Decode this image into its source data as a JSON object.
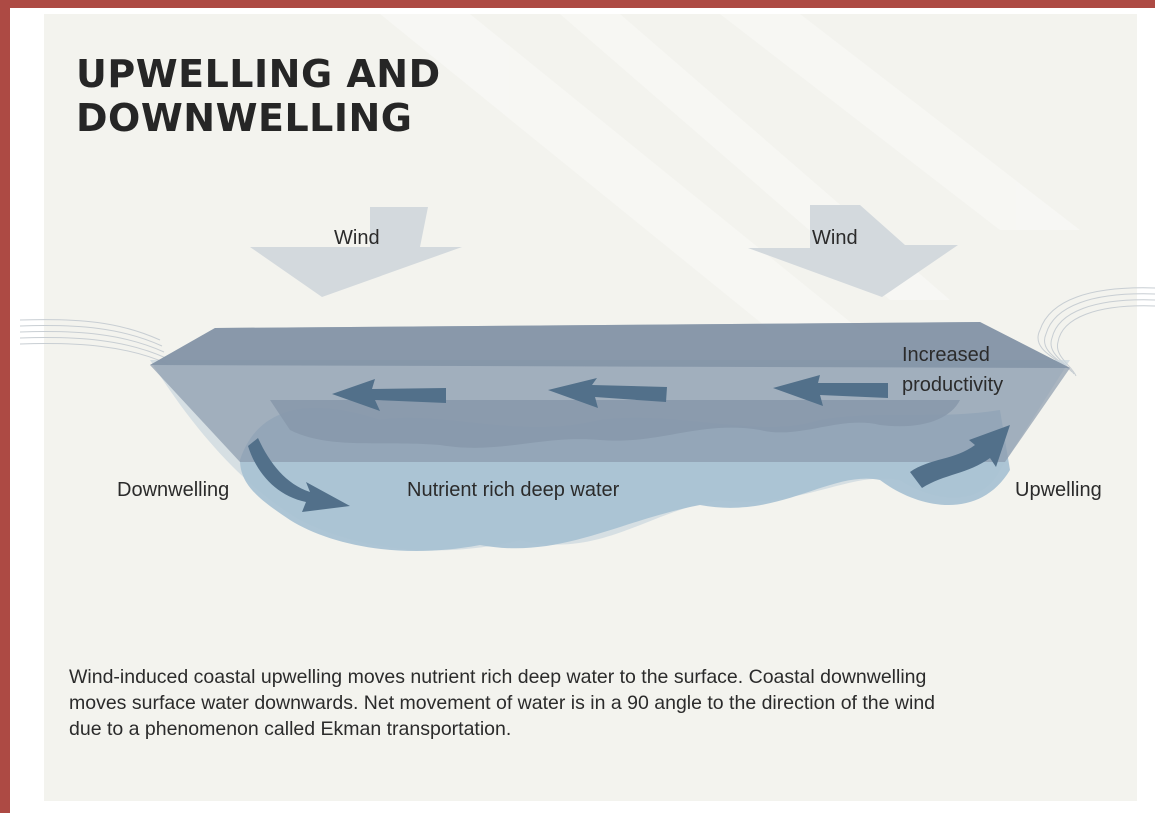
{
  "title": "UPWELLING AND\nDOWNWELLING",
  "labels": {
    "wind_left": "Wind",
    "wind_right": "Wind",
    "increased_productivity": "Increased\nproductivity",
    "downwelling": "Downwelling",
    "nutrient_rich_deep_water": "Nutrient rich deep water",
    "upwelling": "Upwelling"
  },
  "caption": "Wind-induced coastal upwelling moves nutrient rich deep water to the surface. Coastal downwelling moves surface water downwards. Net movement of water is in a 90 angle to the direction of the wind due to a phenomenon called Ekman transportation.",
  "colors": {
    "frame": "#ad4a44",
    "background": "#f3f3ee",
    "surface_layer": "#8a9aac",
    "deep_water": "#a9c2d3",
    "arrow": "#52708a",
    "wind_arrow": "#d3d9dd"
  }
}
